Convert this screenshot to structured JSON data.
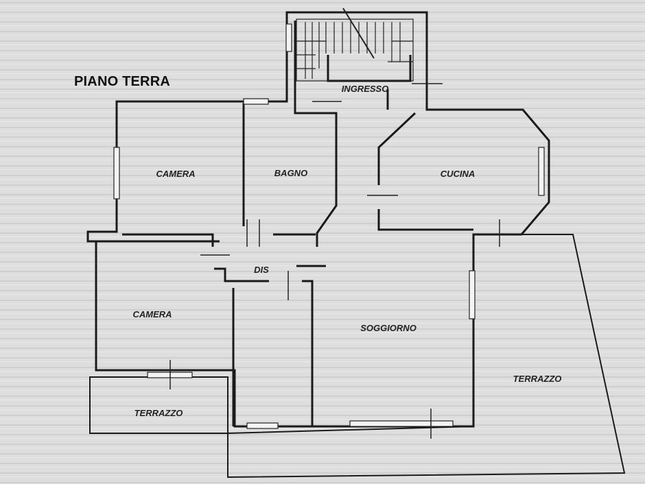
{
  "plan": {
    "title": "PIANO TERRA",
    "rooms": {
      "ingresso": "INGRESSO",
      "camera_top": "CAMERA",
      "bagno": "BAGNO",
      "cucina": "CUCINA",
      "dis": "DIS",
      "camera_bottom": "CAMERA",
      "soggiorno": "SOGGIORNO",
      "terrazzo_left": "TERRAZZO",
      "terrazzo_right": "TERRAZZO"
    }
  }
}
